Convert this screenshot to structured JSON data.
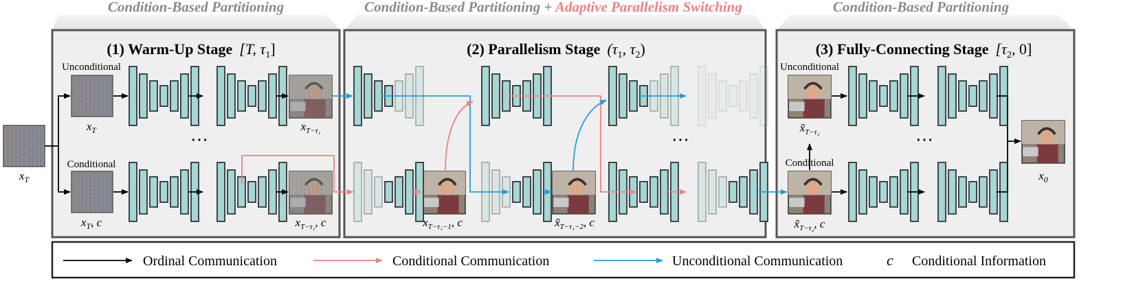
{
  "headers": {
    "left": "Condition-Based Partitioning",
    "middle_a": "Condition-Based Partitioning + ",
    "middle_b": "Adaptive Parallelism Switching",
    "right": "Condition-Based Partitioning"
  },
  "stages": {
    "s1_title": "(1) Warm-Up Stage",
    "s1_interval": "[T, τ",
    "s1_interval_sub": "1",
    "s1_interval_end": "]",
    "s2_title": "(2) Parallelism Stage",
    "s2_interval": "(τ",
    "s2_interval_sub1": "1",
    "s2_interval_mid": ", τ",
    "s2_interval_sub2": "2",
    "s2_interval_end": ")",
    "s3_title": "(3) Fully-Connecting Stage",
    "s3_interval": "[τ",
    "s3_interval_sub": "2",
    "s3_interval_end": ", 0]"
  },
  "labels": {
    "unconditional": "Unconditional",
    "conditional": "Conditional",
    "ellipsis": "⋯",
    "xT": "x",
    "xT_sub": "T",
    "xTc_sub": "T",
    "xTc_suffix": ", c",
    "x_tau1_sub": "T−τ₁",
    "x_tau1c_suffix": ", c",
    "x_tau1m1_sub": "T−τ₁−1",
    "x_tau1m1_suffix": ", c",
    "xt_tau1m2_sub": "T−τ₁−2",
    "xt_tau1m2_suffix": ", c",
    "xt_tau2_sub": "T−τ₂",
    "xt_tau2c_sub": "T−τ₂",
    "xt_tau2c_suffix": ", c",
    "x0_sub": "0",
    "tilde_x": "x̃"
  },
  "legend": {
    "ordinal": "Ordinal Communication",
    "conditional": "Conditional Communication",
    "unconditional": "Unconditional Communication",
    "c_symbol": "c",
    "c_info": "Conditional Information"
  },
  "colors": {
    "black_arrow": "#000000",
    "red_arrow": "#f08080",
    "blue_arrow": "#1ea0e0",
    "header_gray": "#8a8a8a",
    "header_red": "#f08080",
    "unet_fill": "#a6d6d6",
    "stage_bg": "#efefef"
  }
}
